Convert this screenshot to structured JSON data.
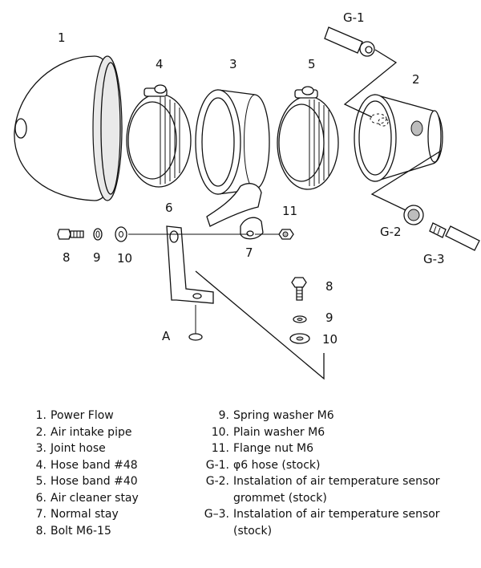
{
  "callouts": {
    "c1": "1",
    "c2": "2",
    "c3": "3",
    "c4": "4",
    "c5": "5",
    "c6": "6",
    "c7": "7",
    "c8a": "8",
    "c8b": "8",
    "c9a": "9",
    "c9b": "9",
    "c10a": "10",
    "c10b": "10",
    "c11": "11",
    "cA": "A",
    "cG1": "G-1",
    "cG2": "G-2",
    "cG3": "G-3"
  },
  "legend": {
    "left": [
      {
        "num": "1.",
        "text": "Power Flow"
      },
      {
        "num": "2.",
        "text": "Air intake pipe"
      },
      {
        "num": "3.",
        "text": "Joint hose"
      },
      {
        "num": "4.",
        "text": "Hose band  #48"
      },
      {
        "num": "5.",
        "text": "Hose band  #40"
      },
      {
        "num": "6.",
        "text": "Air cleaner stay"
      },
      {
        "num": "7.",
        "text": "Normal stay"
      },
      {
        "num": "8.",
        "text": "Bolt  M6-15"
      }
    ],
    "right": [
      {
        "num": "9.",
        "text": "Spring washer  M6"
      },
      {
        "num": "10.",
        "text": "Plain washer  M6"
      },
      {
        "num": "11.",
        "text": "Flange nut  M6"
      },
      {
        "num": "G-1.",
        "text": "φ6 hose (stock)"
      },
      {
        "num": "G-2.",
        "text": "Instalation of air temperature sensor grommet (stock)"
      },
      {
        "num": "G–3.",
        "text": "Instalation of air temperature sensor (stock)"
      }
    ]
  }
}
